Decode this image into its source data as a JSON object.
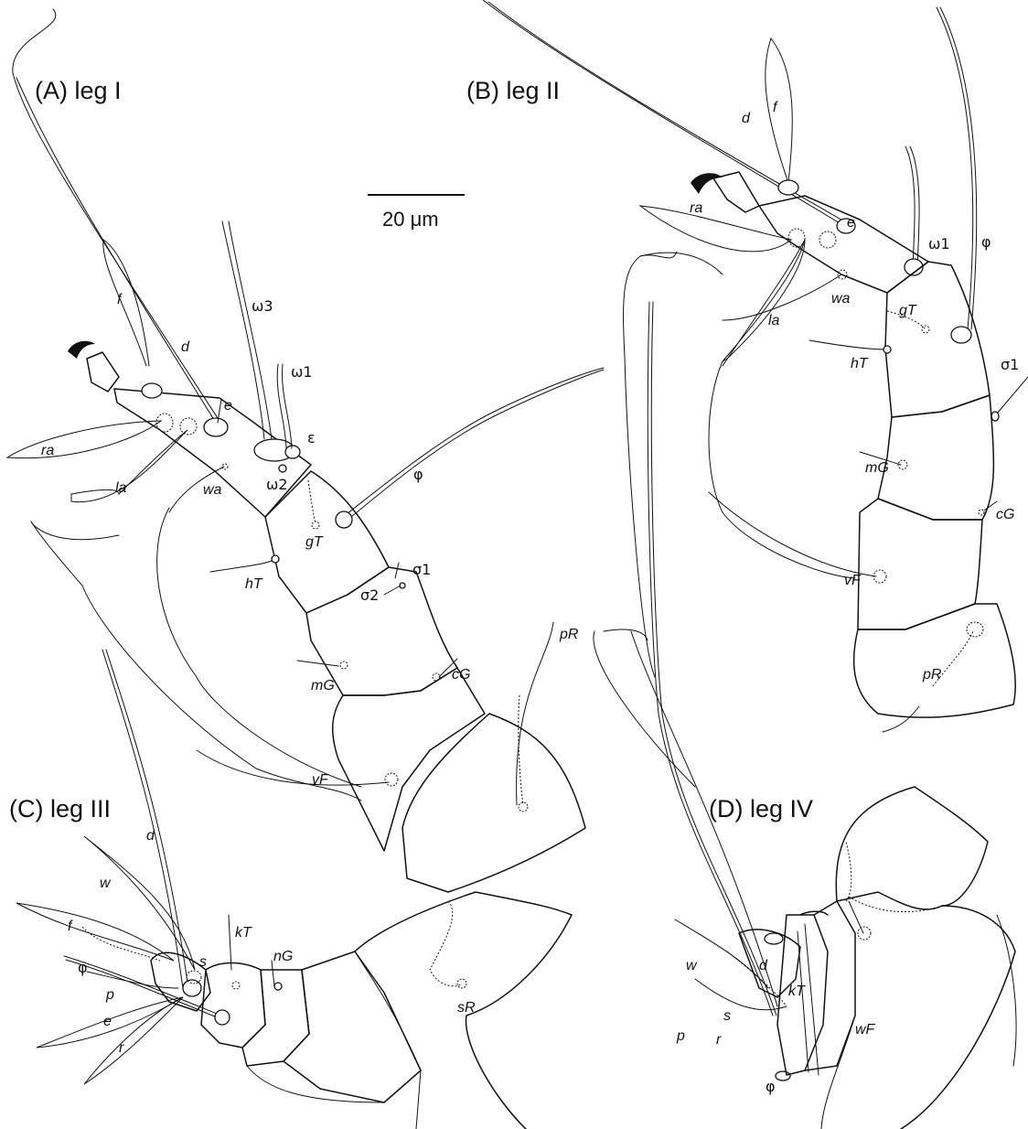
{
  "scale_bar": {
    "label": "20 μm"
  },
  "panels": {
    "A": {
      "title": "(A) leg I",
      "labels": {
        "f": "f",
        "d": "d",
        "e": "e",
        "w3": "ω3",
        "w1": "ω1",
        "eps": "ε",
        "w2": "ω2",
        "ra": "ra",
        "la": "la",
        "wa": "wa",
        "gT": "gT",
        "phi": "φ",
        "hT": "hT",
        "s1": "σ1",
        "s2": "σ2",
        "mG": "mG",
        "cG": "cG",
        "pR": "pR",
        "vF": "vF"
      }
    },
    "B": {
      "title": "(B) leg II",
      "labels": {
        "d": "d",
        "f": "f",
        "e": "e",
        "w1": "ω1",
        "phi": "φ",
        "ra": "ra",
        "la": "la",
        "wa": "wa",
        "gT": "gT",
        "hT": "hT",
        "s1": "σ1",
        "mG": "mG",
        "cG": "cG",
        "vF": "vF",
        "pR": "pR"
      }
    },
    "C": {
      "title": "(C) leg III",
      "labels": {
        "d": "d",
        "w": "w",
        "f": "f",
        "s": "s",
        "kT": "kT",
        "nG": "nG",
        "phi": "φ",
        "p": "p",
        "e": "e",
        "r": "r",
        "sR": "sR"
      }
    },
    "D": {
      "title": "(D) leg IV",
      "labels": {
        "w": "w",
        "d": "d",
        "s": "s",
        "kT": "kT",
        "p": "p",
        "r": "r",
        "wF": "wF",
        "phi": "φ"
      }
    }
  }
}
